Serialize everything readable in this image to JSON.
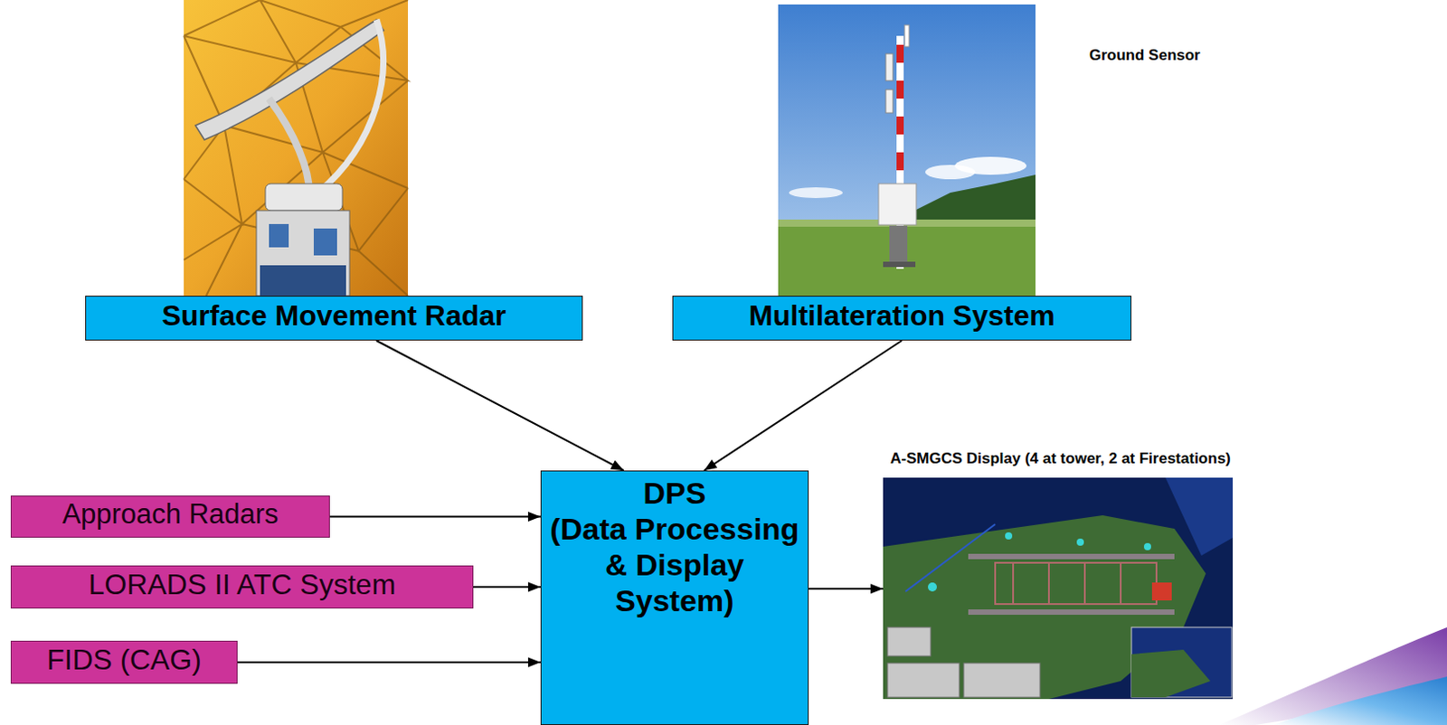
{
  "diagram": {
    "nodes": [
      {
        "text": [
          "Surface Movement Radar"
        ]
      },
      {
        "text": [
          "Multilateration System"
        ]
      },
      {
        "text": [
          "Approach Radars"
        ]
      },
      {
        "text": [
          "LORADS II ATC System"
        ]
      },
      {
        "text": [
          "FIDS (CAG)"
        ]
      },
      {
        "text": [
          "DPS",
          "(Data Processing & Display System)"
        ]
      },
      {
        "text": [
          "A-SMGCS Display (4 at tower, 2 at Firestations)"
        ]
      }
    ],
    "edges": [
      {
        "from": 0,
        "to": 5,
        "arrow": "to"
      },
      {
        "from": 1,
        "to": 5,
        "arrow": "to"
      },
      {
        "from": 2,
        "to": 5,
        "arrow": "to"
      },
      {
        "from": 3,
        "to": 5,
        "arrow": "to"
      },
      {
        "from": 4,
        "to": 5,
        "arrow": "to"
      },
      {
        "from": 5,
        "to": 6,
        "arrow": "to"
      }
    ],
    "labels": [
      "Ground Sensor"
    ]
  }
}
